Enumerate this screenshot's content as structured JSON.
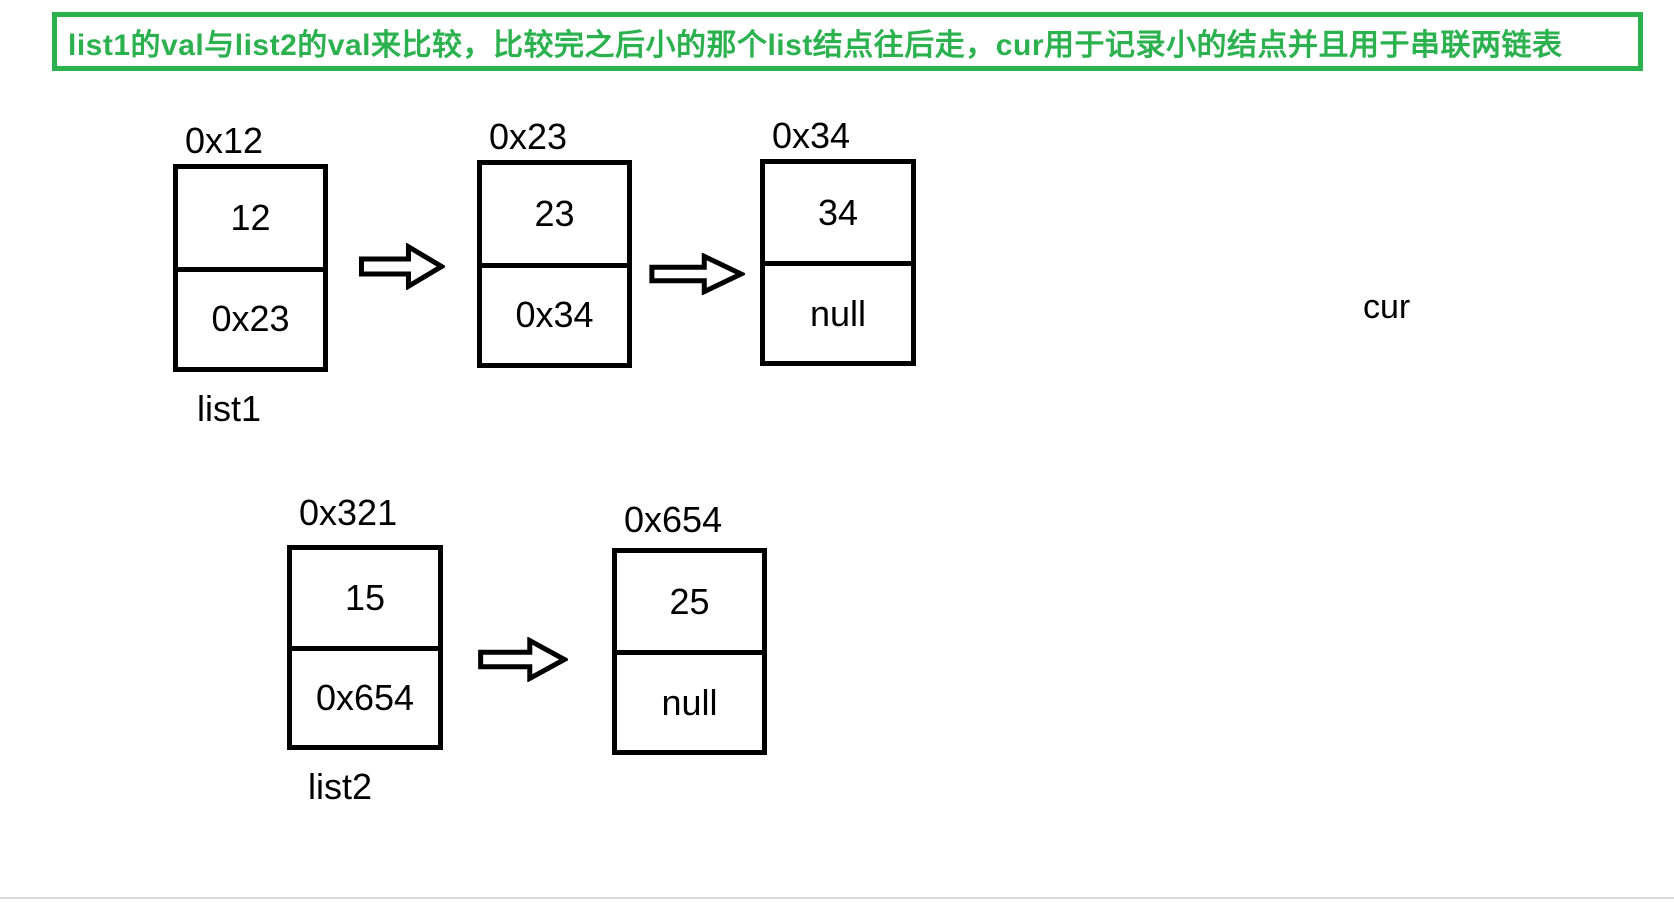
{
  "title": {
    "text": "list1的val与list2的val来比较，比较完之后小的那个list结点往后走，cur用于记录小的结点并且用于串联两链表"
  },
  "cur_label": "cur",
  "lists": [
    {
      "name": "list1",
      "nodes": [
        {
          "address": "0x12",
          "value": "12",
          "next": "0x23"
        },
        {
          "address": "0x23",
          "value": "23",
          "next": "0x34"
        },
        {
          "address": "0x34",
          "value": "34",
          "next": "null"
        }
      ]
    },
    {
      "name": "list2",
      "nodes": [
        {
          "address": "0x321",
          "value": "15",
          "next": "0x654"
        },
        {
          "address": "0x654",
          "value": "25",
          "next": "null"
        }
      ]
    }
  ],
  "icons": {
    "arrow": "right-block-arrow"
  },
  "colors": {
    "accent_green": "#2CB14F",
    "line_black": "#000000",
    "divider_gray": "#D9D9D9"
  }
}
